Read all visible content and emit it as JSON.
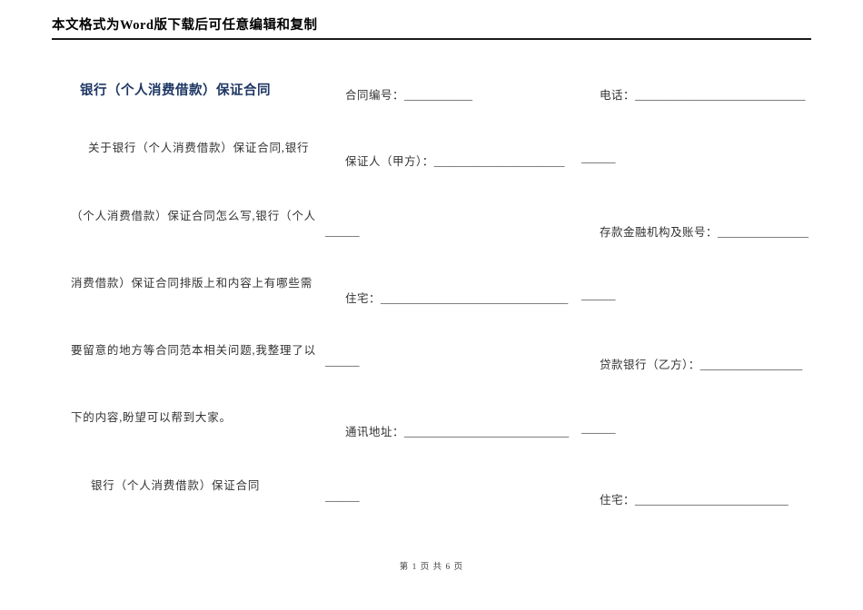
{
  "document": {
    "header_notice": "本文格式为Word版下载后可任意编辑和复制",
    "title": "银行（个人消费借款）保证合同",
    "intro_lines": [
      "关于银行（个人消费借款）保证合同,银行",
      "（个人消费借款）保证合同怎么写,银行（个人",
      "消费借款）保证合同排版上和内容上有哪些需",
      "要留意的地方等合同范本相关问题,我整理了以",
      "下的内容,盼望可以帮到大家。",
      "银行（个人消费借款）保证合同"
    ],
    "fields": {
      "contract_number": {
        "label": "合同编号：",
        "blank": "____________"
      },
      "guarantor": {
        "label": "保证人（甲方）：",
        "blank": "_______________________",
        "tail": "______"
      },
      "wrap_1": {
        "blank": "______"
      },
      "residence_a": {
        "label": "住宅：",
        "blank": "_________________________________",
        "tail": "______"
      },
      "wrap_2": {
        "blank": "______"
      },
      "mailing_address": {
        "label": "通讯地址：",
        "blank": "_____________________________",
        "tail": "______"
      },
      "wrap_3": {
        "blank": "______"
      },
      "phone": {
        "label": "电话：",
        "blank": "______________________________"
      },
      "deposit_account": {
        "label": "存款金融机构及账号：",
        "blank": "________________"
      },
      "lending_bank": {
        "label": "贷款银行（乙方）：",
        "blank": "__________________"
      },
      "residence_b": {
        "label": "住宅：",
        "blank": "___________________________"
      }
    },
    "footer": {
      "page_indicator": "第 1 页 共 6 页"
    }
  }
}
